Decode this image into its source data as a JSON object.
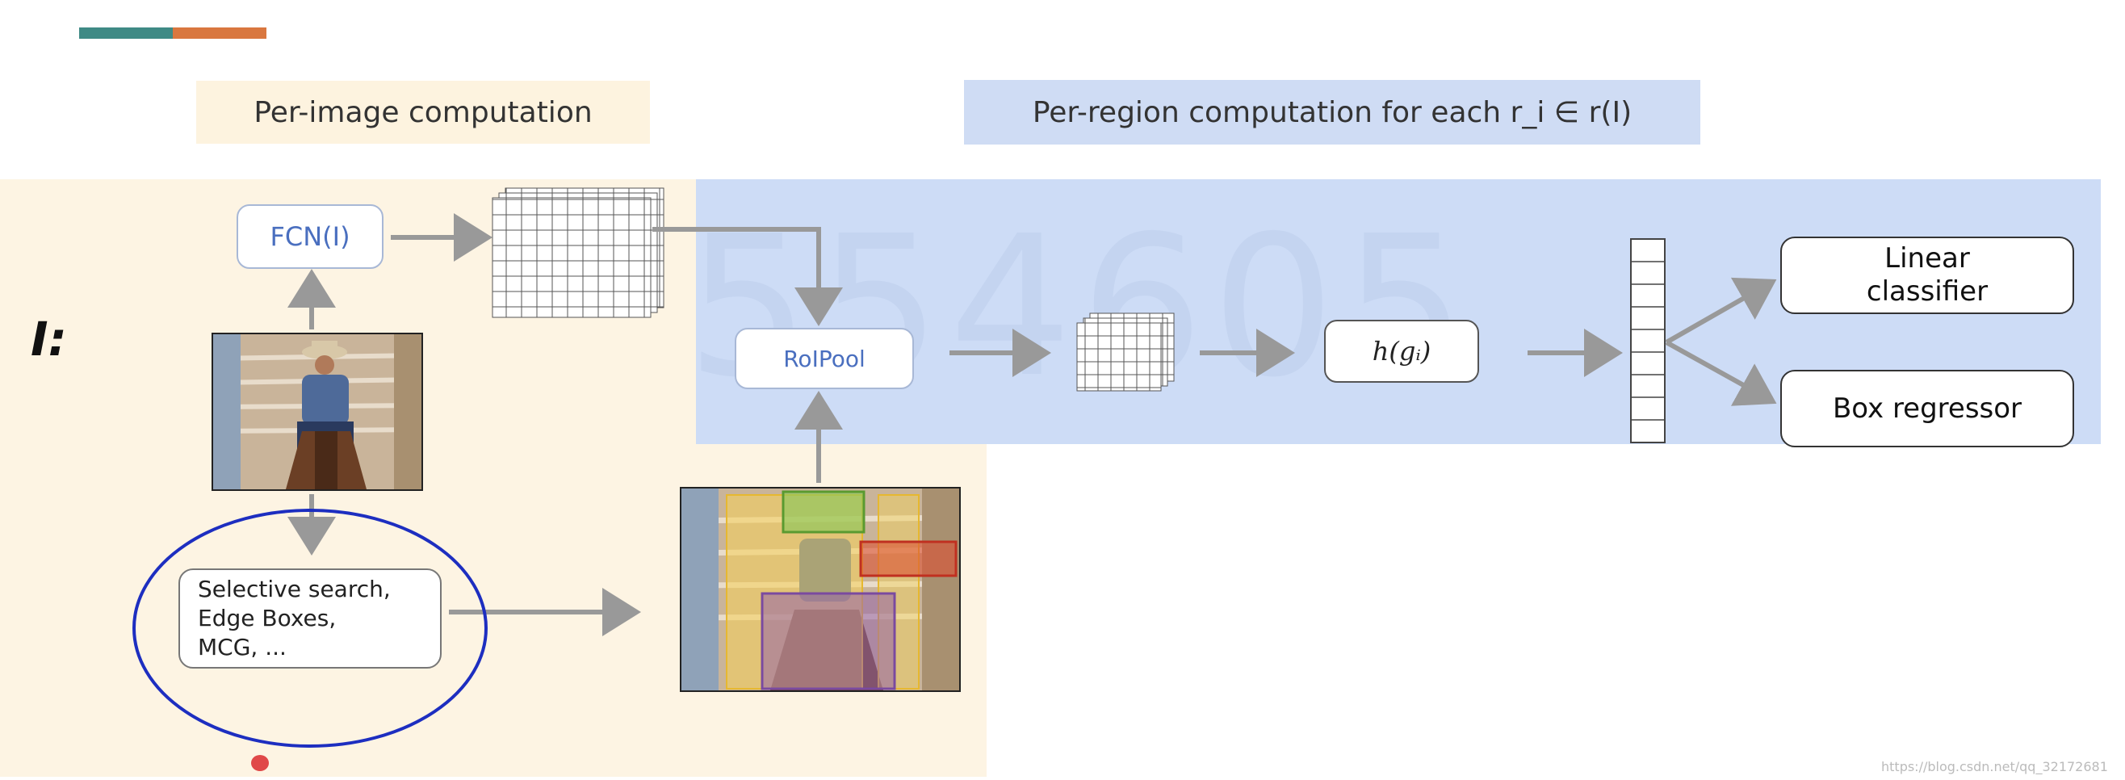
{
  "header": {
    "per_image_label": "Per-image computation",
    "per_region_label": "Per-region computation for each r_i ∈ r(I)"
  },
  "diagram": {
    "input_label": "I:",
    "fcn_label": "FCN(I)",
    "roipool_label": "RoIPool",
    "h_label": "h(gᵢ)",
    "linear_classifier_label": "Linear\nclassifier",
    "box_regressor_label": "Box regressor",
    "proposal_methods_label": "Selective search,\nEdge Boxes,\nMCG, ...",
    "watermark": "554605"
  },
  "footer": {
    "url": "https://blog.csdn.net/qq_32172681"
  },
  "colors": {
    "accent_teal": "#3f8a85",
    "accent_orange": "#d9773f",
    "per_image_bg": "#fdf4e3",
    "per_region_bg": "#cddcf6",
    "circle_blue": "#1d2ec0",
    "arrow_gray": "#999999"
  }
}
